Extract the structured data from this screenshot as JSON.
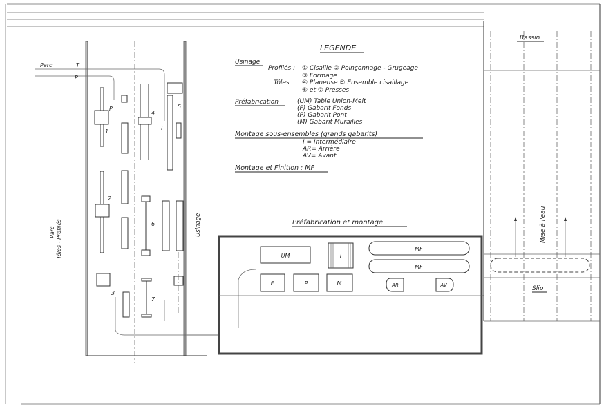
{
  "legend": {
    "title": "LEGENDE",
    "usinage": "Usinage",
    "profiles_label": "Profilés :",
    "profiles_line1": "① Cisaille ② Poinçonnage - Grugeage",
    "profiles_line2": "③ Formage",
    "toles_label": "Tôles",
    "toles_line1": "④ Planeuse ⑤ Ensemble cisaillage",
    "toles_line2": "⑥ et ⑦ Presses",
    "prefabrication": "Préfabrication",
    "prefab_items": [
      "(UM) Table Union-Melt",
      "(F) Gabarit Fonds",
      "(P) Gabarit Pont",
      "(M) Gabarit Murailles"
    ],
    "montage": "Montage sous-ensembles (grands gabarits)",
    "montage_items": [
      "I = Intermédiaire",
      "AR= Arrière",
      "AV= Avant"
    ],
    "finition": "Montage et Finition : MF"
  },
  "usinage_hall": {
    "parc_label": "Parc",
    "parc_sub": "Tôles - Profilés",
    "hall_label": "Usinage",
    "flow_T": "T",
    "flow_P": "P",
    "arrow_P": "P",
    "arrow_T": "T",
    "machines": [
      "1",
      "2",
      "3",
      "4",
      "5",
      "6",
      "7"
    ]
  },
  "prefab_hall": {
    "title": "Préfabrication et montage",
    "um": "UM",
    "f": "F",
    "p": "P",
    "m": "M",
    "i": "I",
    "mf1": "MF",
    "mf2": "MF",
    "ar": "AR",
    "av": "AV"
  },
  "right_zone": {
    "bassin": "Bassin",
    "mise_a_leau": "Mise à l'eau",
    "slip": "Slip"
  }
}
